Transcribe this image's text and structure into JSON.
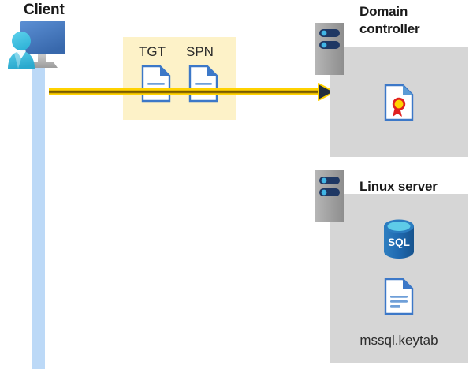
{
  "diagram": {
    "title": "Kerberos authentication flow diagram",
    "background": "#ffffff",
    "colors": {
      "panel_gray": "#d6d6d6",
      "message_box_yellow": "#fdf2c8",
      "arrow_yellow": "#ffd200",
      "lifeline_blue": "#bcd9f7",
      "monitor_blue": "#3f72b8",
      "person_blue": "#3cbce0",
      "doc_blue": "#3c78c8",
      "sql_blue": "#2b6cb0",
      "cert_red": "#e02020",
      "cert_gold": "#ffd400",
      "text_dark": "#1a1a1a"
    }
  },
  "client": {
    "label": "Client",
    "icon_name": "client-user-monitor-icon",
    "lifeline_name": "client-lifeline"
  },
  "message": {
    "arrow_name": "client-to-dc-arrow",
    "documents": [
      {
        "label": "TGT",
        "icon_name": "tgt-document-icon"
      },
      {
        "label": "SPN",
        "icon_name": "spn-document-icon"
      }
    ]
  },
  "domain_controller": {
    "label": "Domain controller",
    "label_line_1": "Domain",
    "label_line_2": "controller",
    "tower_icon_name": "server-tower-icon",
    "contents": [
      {
        "label": "",
        "icon_name": "certificate-document-icon"
      }
    ]
  },
  "linux_server": {
    "label": "Linux server",
    "tower_icon_name": "server-tower-icon",
    "contents": [
      {
        "label": "",
        "icon_name": "sql-database-icon"
      },
      {
        "label": "mssql.keytab",
        "icon_name": "keytab-document-icon"
      }
    ]
  }
}
